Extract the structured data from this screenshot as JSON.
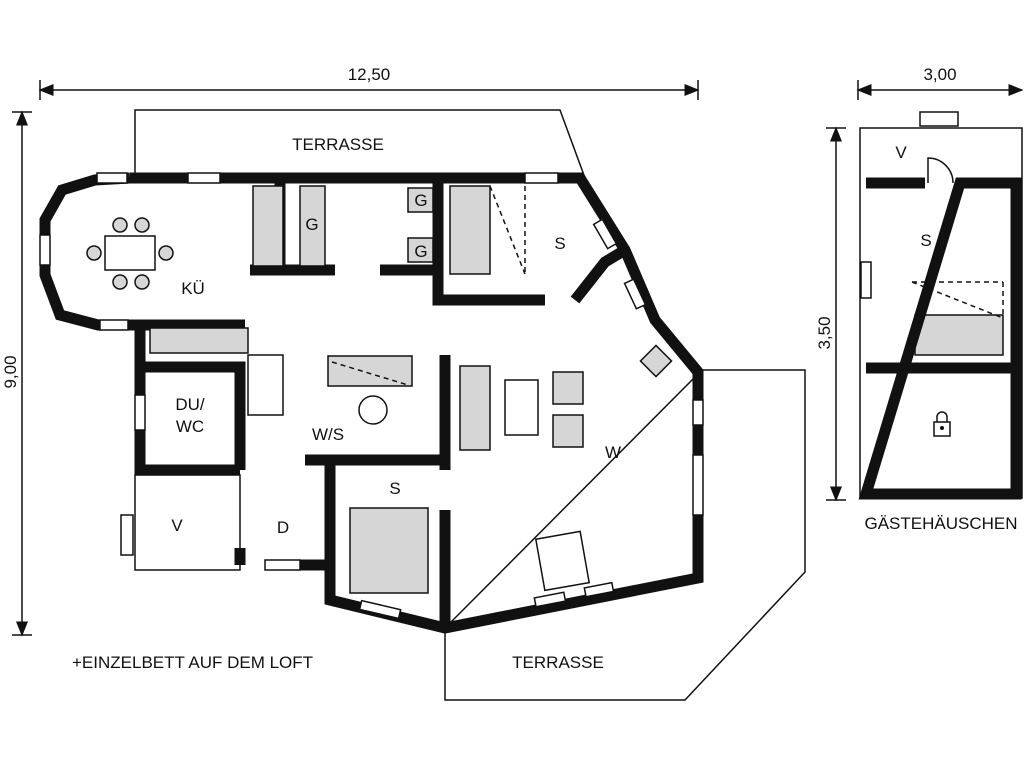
{
  "dimensions": {
    "main_width": "12,50",
    "main_depth": "9,00",
    "guest_width": "3,00",
    "guest_depth": "3,50"
  },
  "rooms": {
    "terrace_top": "TERRASSE",
    "terrace_bottom": "TERRASSE",
    "kitchen": "KÜ",
    "wardrobe_1": "G",
    "wardrobe_2": "G",
    "wardrobe_3": "G",
    "bedroom_1": "S",
    "bedroom_2": "S",
    "bathroom_line1": "DU/",
    "bathroom_line2": "WC",
    "living_sleeping": "W/S",
    "living": "W",
    "storage": "V",
    "hall": "D",
    "guest_storage": "V",
    "guest_bedroom": "S",
    "guest_house": "GÄSTEHÄUSCHEN"
  },
  "note": "+EINZELBETT AUF DEM LOFT"
}
